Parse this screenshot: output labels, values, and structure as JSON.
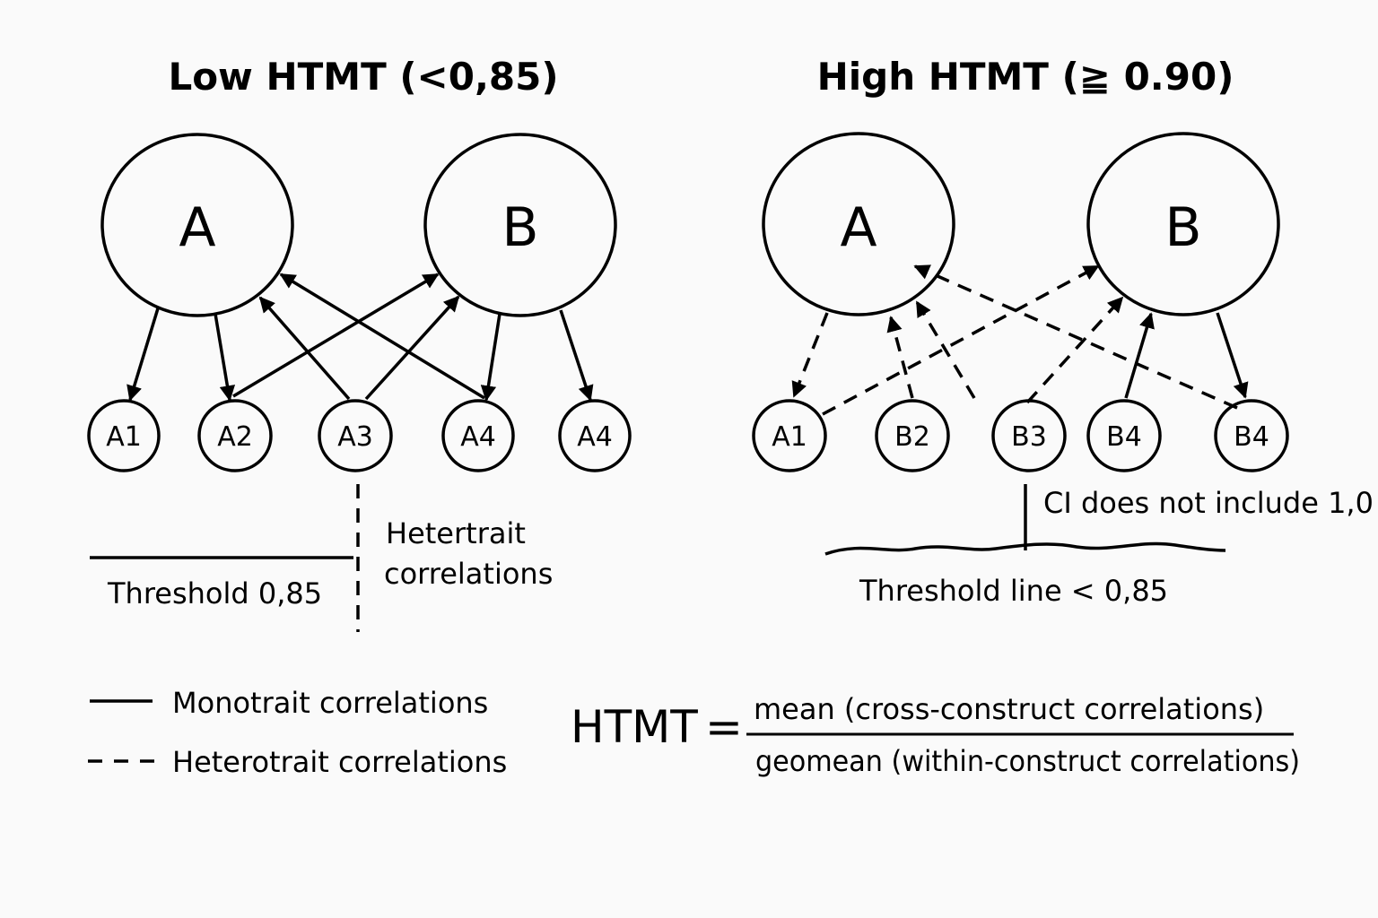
{
  "panels": [
    {
      "id": "low",
      "title": "Low HTMT (<0,85)",
      "constructs": [
        "A",
        "B"
      ],
      "indicators": [
        "A1",
        "A2",
        "A3",
        "A4",
        "A4"
      ],
      "threshold_label": "Threshold 0,85",
      "annotation_line1": "Hetertrait",
      "annotation_line2": "correlations"
    },
    {
      "id": "high",
      "title": "High HTMT (≧ 0.90)",
      "constructs": [
        "A",
        "B"
      ],
      "indicators": [
        "A1",
        "B2",
        "B3",
        "B4",
        "B4"
      ],
      "ci_label": "CI does not include 1,0",
      "threshold_label": "Threshold line < 0,85"
    }
  ],
  "legend": {
    "monotrait": "Monotrait correlations",
    "heterotrait": "Heterotrait correlations"
  },
  "formula": {
    "lhs": "HTMT",
    "equals": "=",
    "numerator": "mean (cross-construct correlations)",
    "denominator": "geomean (within-construct correlations)"
  },
  "colors": {
    "background": "#fafafa",
    "ink": "#000000"
  }
}
